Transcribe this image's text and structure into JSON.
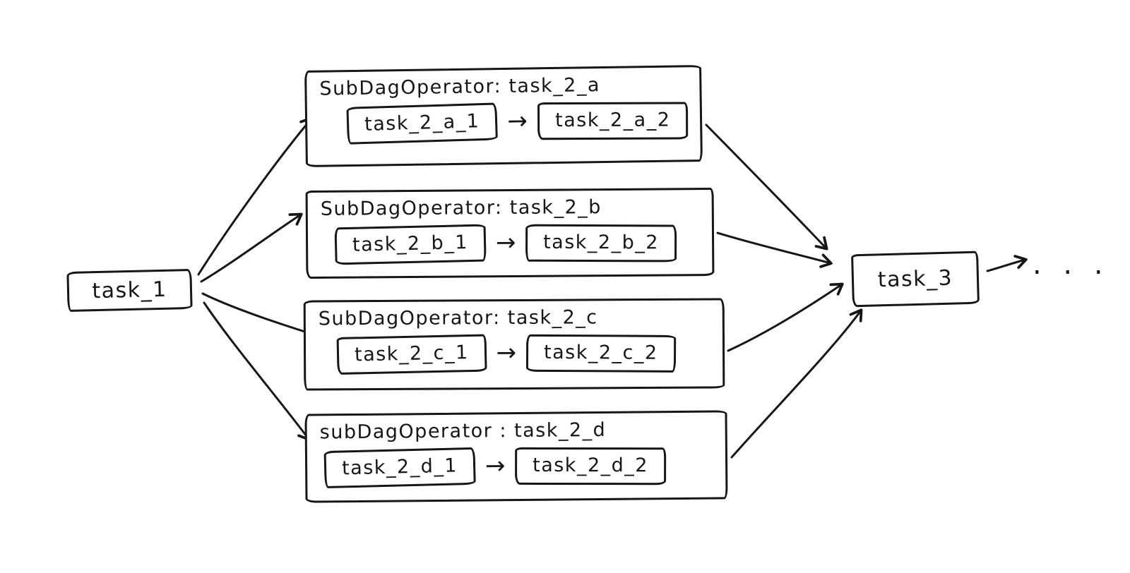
{
  "page": {
    "background_color": "#ffffff",
    "ink_color": "#161616",
    "style": "hand-drawn sketch"
  },
  "icons": {
    "arrow_right": "→"
  },
  "nodes": {
    "task_1": {
      "label": "task_1"
    },
    "task_3": {
      "label": "task_3"
    },
    "continuation": ". . ."
  },
  "subdags": [
    {
      "title": "SubDagOperator: task_2_a",
      "tasks": [
        "task_2_a_1",
        "task_2_a_2"
      ]
    },
    {
      "title": "SubDagOperator: task_2_b",
      "tasks": [
        "task_2_b_1",
        "task_2_b_2"
      ]
    },
    {
      "title": "SubDagOperator: task_2_c",
      "tasks": [
        "task_2_c_1",
        "task_2_c_2"
      ]
    },
    {
      "title": "subDagOperator : task_2_d",
      "tasks": [
        "task_2_d_1",
        "task_2_d_2"
      ]
    }
  ],
  "edges": [
    {
      "from": "task_1",
      "to": "task_2_a"
    },
    {
      "from": "task_1",
      "to": "task_2_b"
    },
    {
      "from": "task_1",
      "to": "task_2_c"
    },
    {
      "from": "task_1",
      "to": "task_2_d"
    },
    {
      "from": "task_2_a_1",
      "to": "task_2_a_2"
    },
    {
      "from": "task_2_b_1",
      "to": "task_2_b_2"
    },
    {
      "from": "task_2_c_1",
      "to": "task_2_c_2"
    },
    {
      "from": "task_2_d_1",
      "to": "task_2_d_2"
    },
    {
      "from": "task_2_a",
      "to": "task_3"
    },
    {
      "from": "task_2_b",
      "to": "task_3"
    },
    {
      "from": "task_2_c",
      "to": "task_3"
    },
    {
      "from": "task_2_d",
      "to": "task_3"
    },
    {
      "from": "task_3",
      "to": "..."
    }
  ]
}
